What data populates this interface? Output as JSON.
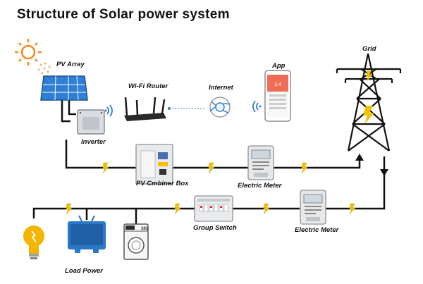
{
  "title": "Structure of Solar power system",
  "labels": {
    "pv_array": "PV Array",
    "wifi_router": "Wi-Fi Router",
    "internet": "Internet",
    "app": "App",
    "grid": "Grid",
    "inverter": "Inverter",
    "combiner_box": "PV Cmbiner Box",
    "electric_meter_top": "Electric Meter",
    "group_switch": "Group Switch",
    "electric_meter_bottom": "Electric Meter",
    "load_power": "Load Power"
  },
  "phone_screen_value": "3.4",
  "washer_badge": "101",
  "colors": {
    "line": "#111111",
    "bolt": "#f2c200",
    "sun": "#f28a1d",
    "panel": "#2f7fd6",
    "wifi": "#2f7fd6",
    "app_screen": "#ef6c57",
    "tv": "#2c78c6",
    "bulb": "#f5b400"
  }
}
